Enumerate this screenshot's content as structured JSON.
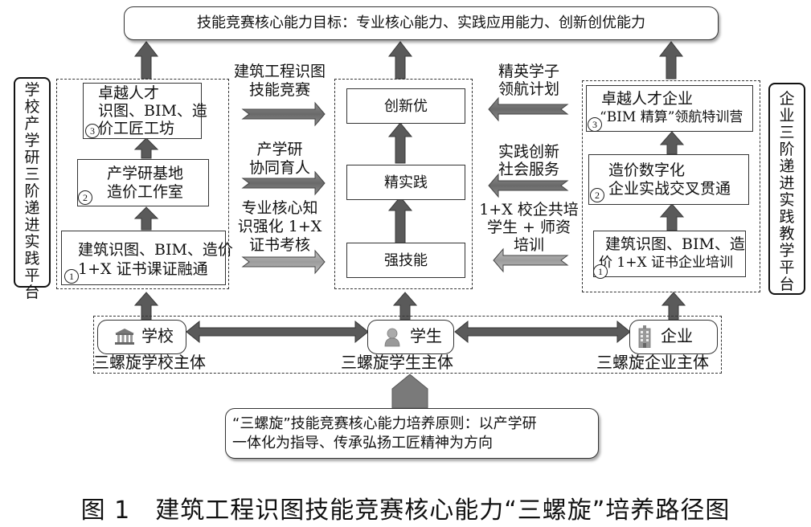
{
  "top_goal": "技能竞赛核心能力目标：专业核心能力、实践应用能力、创新创优能力",
  "left_platform": {
    "label": "学校产学研三阶递进实践平台",
    "steps": [
      {
        "num": "1",
        "lines": [
          "建筑识图、BIM、造价",
          "1+X 证书课证融通"
        ]
      },
      {
        "num": "2",
        "lines": [
          "产学研基地",
          "造价工作室"
        ]
      },
      {
        "num": "3",
        "lines": [
          "卓越人才",
          "识图、BIM、造",
          "价工匠工坊"
        ]
      }
    ]
  },
  "left_arrows": [
    {
      "lines": [
        "建筑工程识图",
        "技能竞赛"
      ]
    },
    {
      "lines": [
        "产学研",
        "协同育人"
      ]
    },
    {
      "lines": [
        "专业核心知",
        "识强化 1+X",
        "证书考核"
      ]
    }
  ],
  "center": {
    "steps": [
      "强技能",
      "精实践",
      "创新优"
    ]
  },
  "right_arrows": [
    {
      "lines": [
        "精英学子",
        "领航计划"
      ]
    },
    {
      "lines": [
        "实践创新",
        "社会服务"
      ]
    },
    {
      "lines": [
        "1+X 校企共培",
        "学生 + 师资",
        "培训"
      ]
    }
  ],
  "right_platform": {
    "label": "企业三阶递进实践教学平台",
    "steps": [
      {
        "num": "1",
        "lines": [
          "建筑识图、BIM、造",
          "价 1+X 证书企业培训"
        ]
      },
      {
        "num": "2",
        "lines": [
          "造价数字化",
          "企业实战交叉贯通"
        ]
      },
      {
        "num": "3",
        "lines": [
          "卓越人才企业",
          "“BIM 精算”领航特训营"
        ]
      }
    ]
  },
  "actors": [
    {
      "name": "学校",
      "icon": "school-building-icon",
      "caption": "三螺旋学校主体"
    },
    {
      "name": "学生",
      "icon": "student-person-icon",
      "caption": "三螺旋学生主体"
    },
    {
      "name": "企业",
      "icon": "enterprise-building-icon",
      "caption": "三螺旋企业主体"
    }
  ],
  "principle": [
    "“三螺旋”技能竞赛核心能力培养原则：以产学研",
    "一体化为指导、传承弘扬工匠精神为方向"
  ],
  "caption": "图 1　建筑工程识图技能竞赛核心能力“三螺旋”培养路径图",
  "colors": {
    "arrow_dark": "#5a5a5a",
    "arrow_light": "#a9a9a9",
    "line": "#333333"
  }
}
